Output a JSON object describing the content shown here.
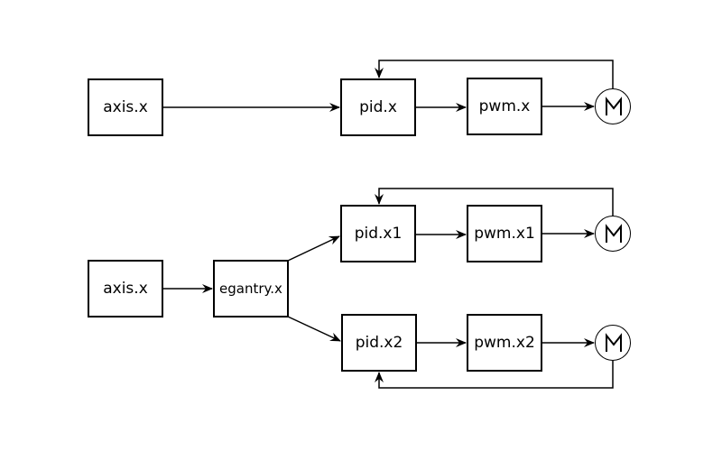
{
  "diagram": {
    "single_axis": {
      "axis": "axis.x",
      "pid": "pid.x",
      "pwm": "pwm.x",
      "motor_icon": "motor-icon"
    },
    "gantry": {
      "axis": "axis.x",
      "gantry": "egantry.x",
      "channel_1": {
        "pid": "pid.x1",
        "pwm": "pwm.x1",
        "motor_icon": "motor-icon"
      },
      "channel_2": {
        "pid": "pid.x2",
        "pwm": "pwm.x2",
        "motor_icon": "motor-icon"
      }
    },
    "colors": {
      "stroke": "#000000",
      "fill": "#ffffff"
    }
  }
}
